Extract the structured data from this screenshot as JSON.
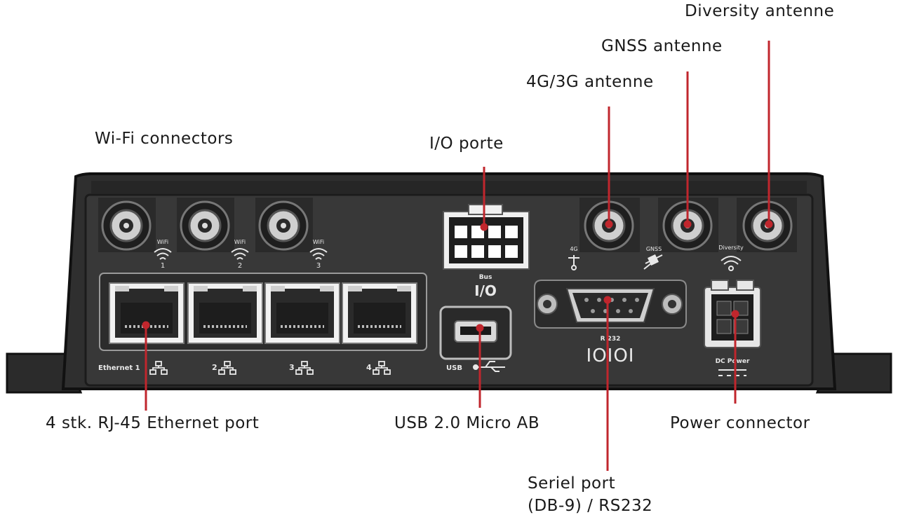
{
  "labels": {
    "diversity": "Diversity antenne",
    "gnss": "GNSS antenne",
    "cellular": "4G/3G antenne",
    "wifi": "Wi-Fi connectors",
    "io": "I/O porte",
    "ethernet": "4 stk. RJ-45 Ethernet port",
    "usb": "USB 2.0 Micro AB",
    "power": "Power connector",
    "serial_line1": "Seriel port",
    "serial_line2": "(DB-9) / RS232"
  },
  "panel": {
    "wifi_labels": [
      "WiFi",
      "WiFi",
      "WiFi"
    ],
    "wifi_numbers": [
      "1",
      "2",
      "3"
    ],
    "ethernet_numbers": [
      "Ethernet 1",
      "2",
      "3",
      "4"
    ],
    "usb": "USB",
    "io_top": "Bus",
    "io": "I/O",
    "rs232": "R 232",
    "rs232_symbol": "IOIOI",
    "dc_power": "DC Power",
    "ant_cellular": "4G",
    "ant_gnss": "GNSS",
    "ant_diversity": "Diversity"
  },
  "colors": {
    "leader": "#c0262d",
    "device_body": "#2f2f2f",
    "device_panel": "#3a3a3a",
    "connector_metal": "#d8d8d8"
  }
}
